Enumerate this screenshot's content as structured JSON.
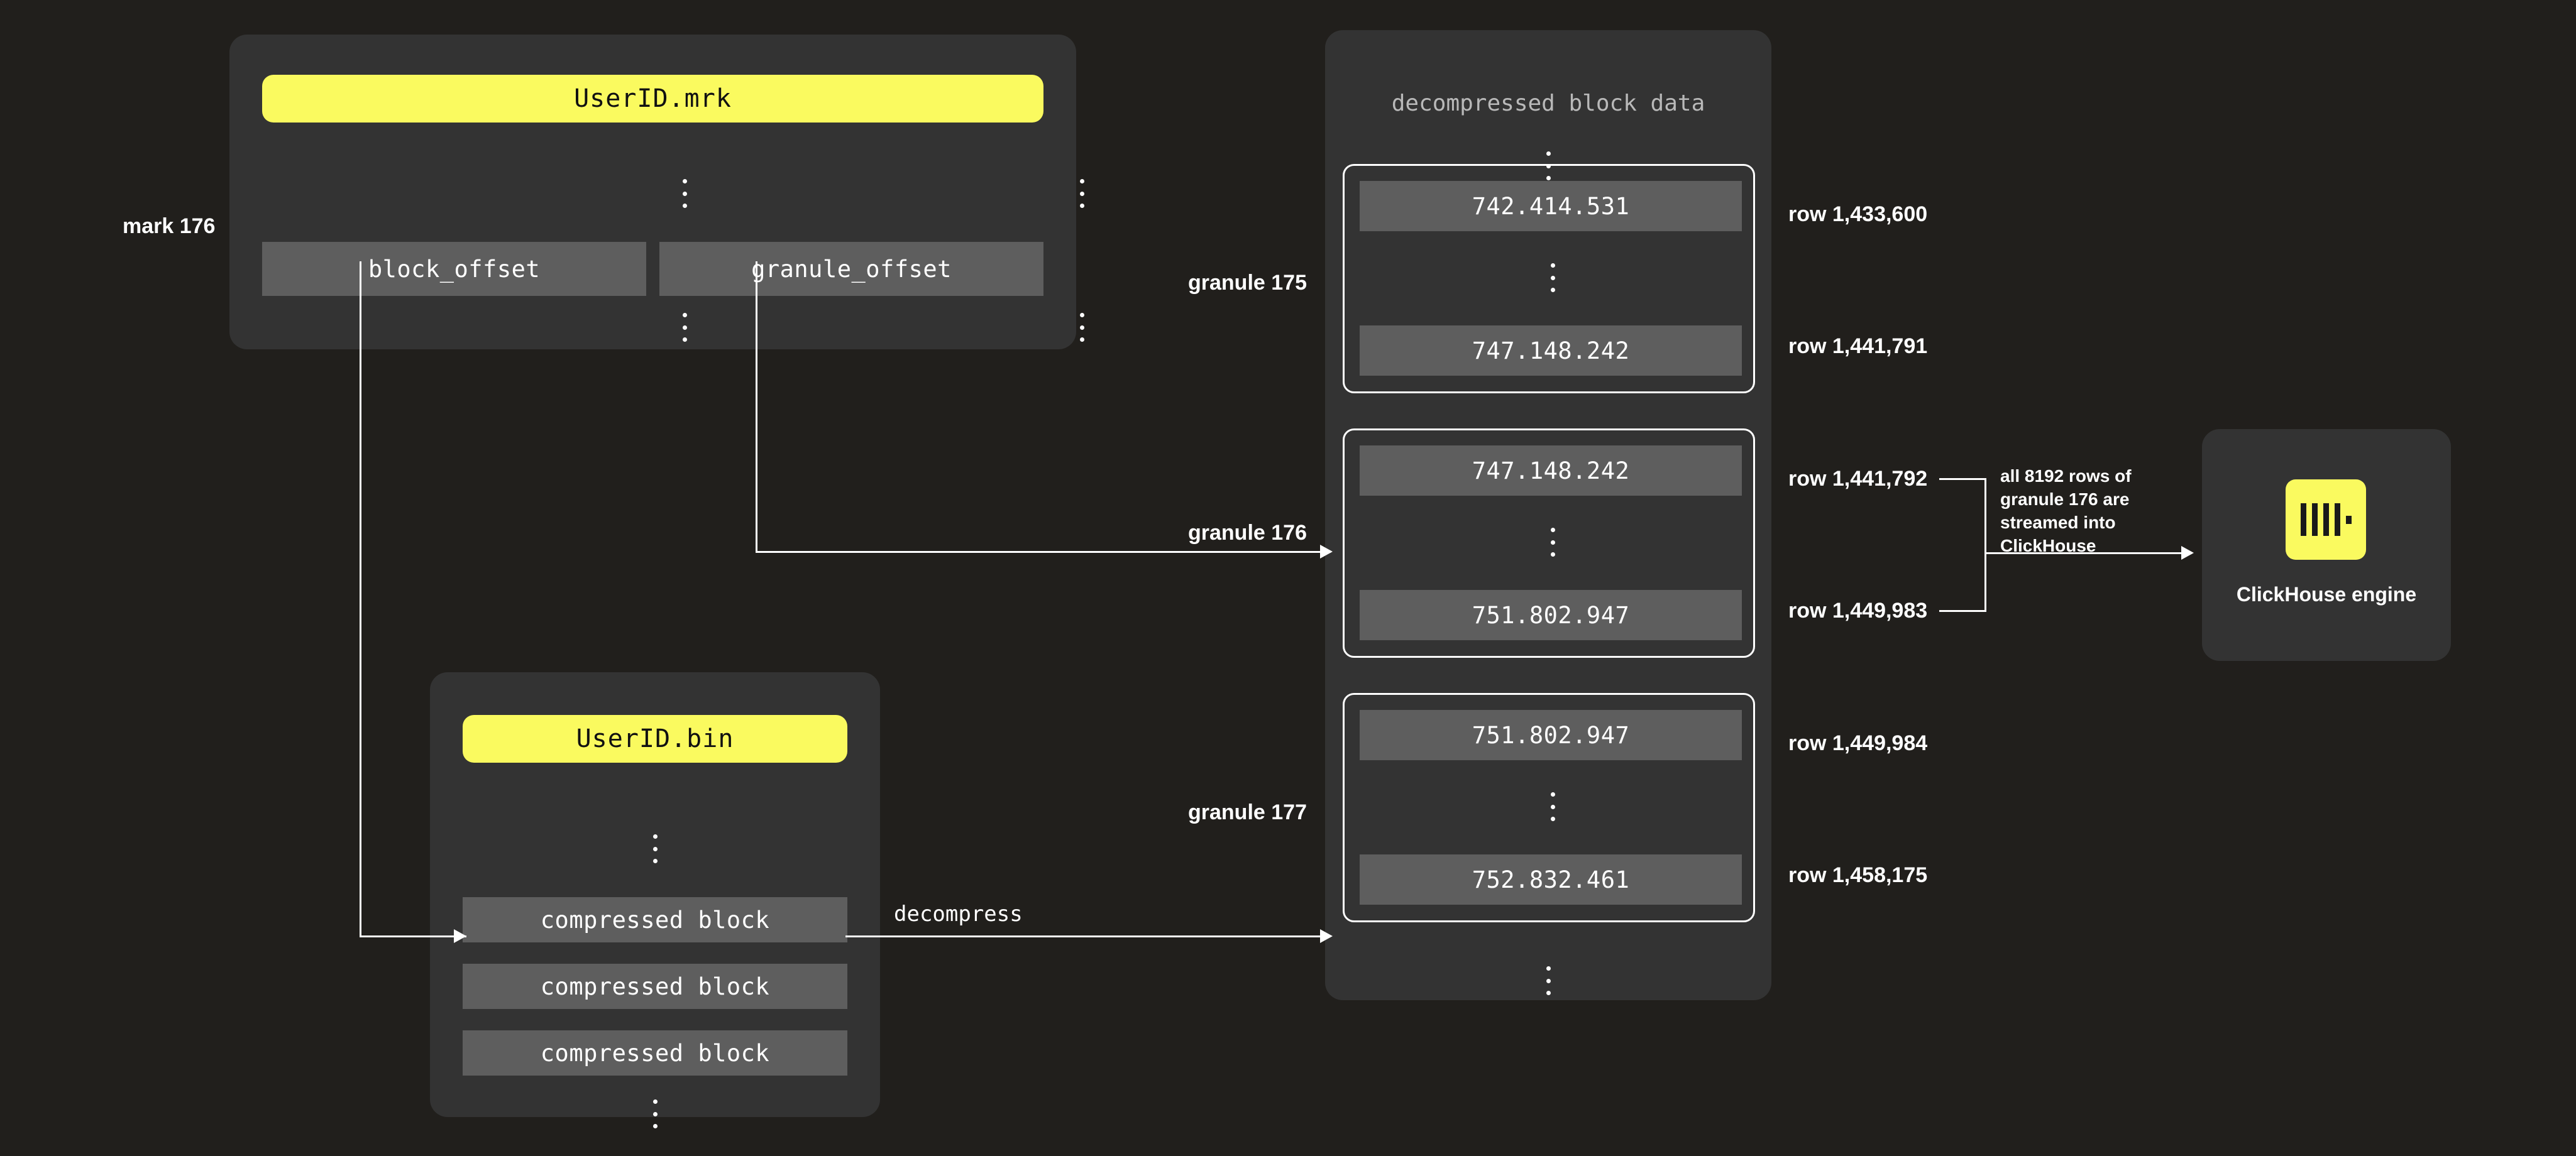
{
  "background_color": "#211F1C",
  "panel_color": "#333333",
  "cell_color": "#5E5E5E",
  "accent_color": "#FAFA5F",
  "line_color": "#FFFFFF",
  "mark_file_panel": {
    "file_name": "UserID.mrk",
    "mark_label": "mark 176",
    "columns": [
      {
        "header": "block_offset"
      },
      {
        "header": "granule_offset"
      }
    ]
  },
  "bin_file_panel": {
    "file_name": "UserID.bin",
    "blocks": [
      {
        "label": "compressed block"
      },
      {
        "label": "compressed block"
      },
      {
        "label": "compressed block"
      }
    ]
  },
  "decompressed_panel": {
    "title": "decompressed block data",
    "granules": [
      {
        "name": "granule 175",
        "first_value": "742.414.531",
        "last_value": "747.148.242",
        "first_row": "row 1,433,600",
        "last_row": "row 1,441,791"
      },
      {
        "name": "granule 176",
        "first_value": "747.148.242",
        "last_value": "751.802.947",
        "first_row": "row 1,441,792",
        "last_row": "row 1,449,983"
      },
      {
        "name": "granule 177",
        "first_value": "751.802.947",
        "last_value": "752.832.461",
        "first_row": "row 1,449,984",
        "last_row": "row 1,458,175"
      }
    ]
  },
  "edges": {
    "decompress_label": "decompress",
    "stream_note": "all 8192 rows of granule 176 are streamed into ClickHouse"
  },
  "engine": {
    "label": "ClickHouse engine",
    "logo_icon": "clickhouse-logo-icon"
  }
}
